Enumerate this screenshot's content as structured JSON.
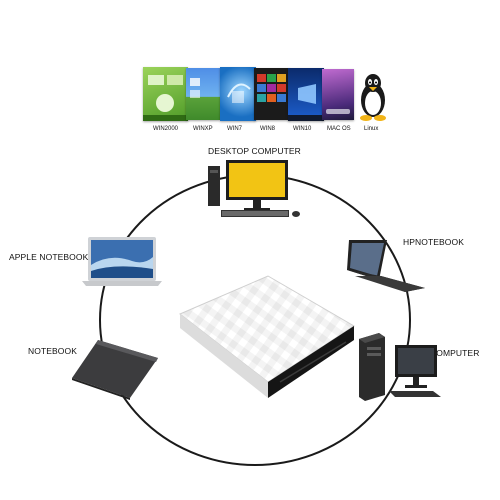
{
  "os_screens": [
    {
      "label": "WIN2000",
      "color": "#6ab33a"
    },
    {
      "label": "WINXP",
      "color": "#3d7ad8"
    },
    {
      "label": "WIN7",
      "color": "#2c8fd6"
    },
    {
      "label": "WIN8",
      "color": "#c02424"
    },
    {
      "label": "WIN10",
      "color": "#1f57b8"
    },
    {
      "label": "MAC OS",
      "color": "#8a4aa8"
    },
    {
      "label": "Linux",
      "icon": "linux-penguin-icon"
    }
  ],
  "devices": {
    "desktop": "DESKTOP COMPUTER",
    "apple": "APPLE NOTEBOOK",
    "hp": "HPNOTEBOOK",
    "notebook": "NOTEBOOK",
    "computer": "COMPUTER"
  },
  "center_device": {
    "name": "external-optical-drive",
    "color": "#ffffff"
  }
}
